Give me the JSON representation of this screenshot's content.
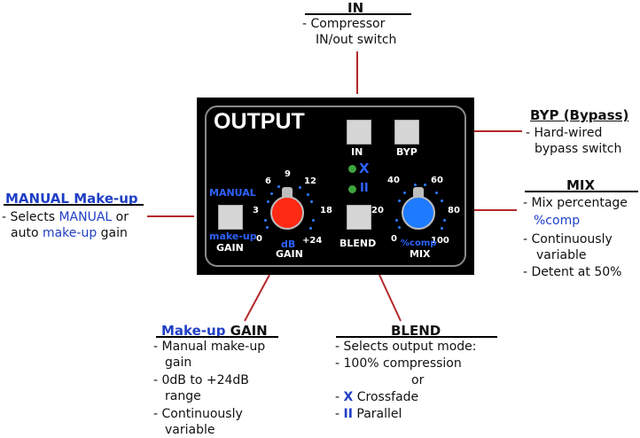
{
  "in_note": {
    "title": "IN",
    "lines": [
      "- Compressor",
      "IN/out switch"
    ]
  },
  "byp_note": {
    "title": "BYP (Bypass)",
    "lines": [
      "- Hard-wired",
      "bypass switch"
    ]
  },
  "manual_note": {
    "title": "MANUAL Make-up",
    "line1_prefix": "- Selects ",
    "line1_blue": "MANUAL",
    "line1_suffix": " or",
    "line2_prefix": "auto ",
    "line2_blue": "make-up",
    "line2_suffix": " gain"
  },
  "mix_note": {
    "title": "MIX",
    "lines": [
      "- Mix percentage",
      "%comp",
      "- Continuously",
      "variable",
      "- Detent at 50%"
    ]
  },
  "gain_note": {
    "title_blue": "Make-up",
    "title_rest": " GAIN",
    "lines": [
      "- Manual make-up",
      "gain",
      "- 0dB to +24dB",
      "range",
      "- Continuously",
      "variable"
    ]
  },
  "blend_note": {
    "title": "BLEND",
    "lines": [
      "- Selects output mode:",
      "- 100% compression",
      "or",
      "- ",
      "X",
      " Crossfade",
      "- ",
      "II",
      " Parallel"
    ]
  },
  "panel": {
    "title": "OUTPUT",
    "in_label": "IN",
    "byp_label": "BYP",
    "manual_label": "MANUAL",
    "makeup_label": "make-up",
    "gain_btn_label": "GAIN",
    "gain_knob_unit": "dB",
    "gain_knob_label": "GAIN",
    "gain_scale": [
      "0",
      "3",
      "6",
      "9",
      "12",
      "18",
      "+24"
    ],
    "blend_label": "BLEND",
    "blend_x": "X",
    "blend_ii": "II",
    "mix_knob_unit": "%comp",
    "mix_knob_label": "MIX",
    "mix_scale": [
      "0",
      "20",
      "40",
      "60",
      "80",
      "100"
    ]
  },
  "colors": {
    "connector": "#b4282a",
    "blue_text": "#1f3fc4",
    "gain_knob": "#ff2a14",
    "mix_knob": "#1e7bff",
    "led": "#3da53d"
  }
}
